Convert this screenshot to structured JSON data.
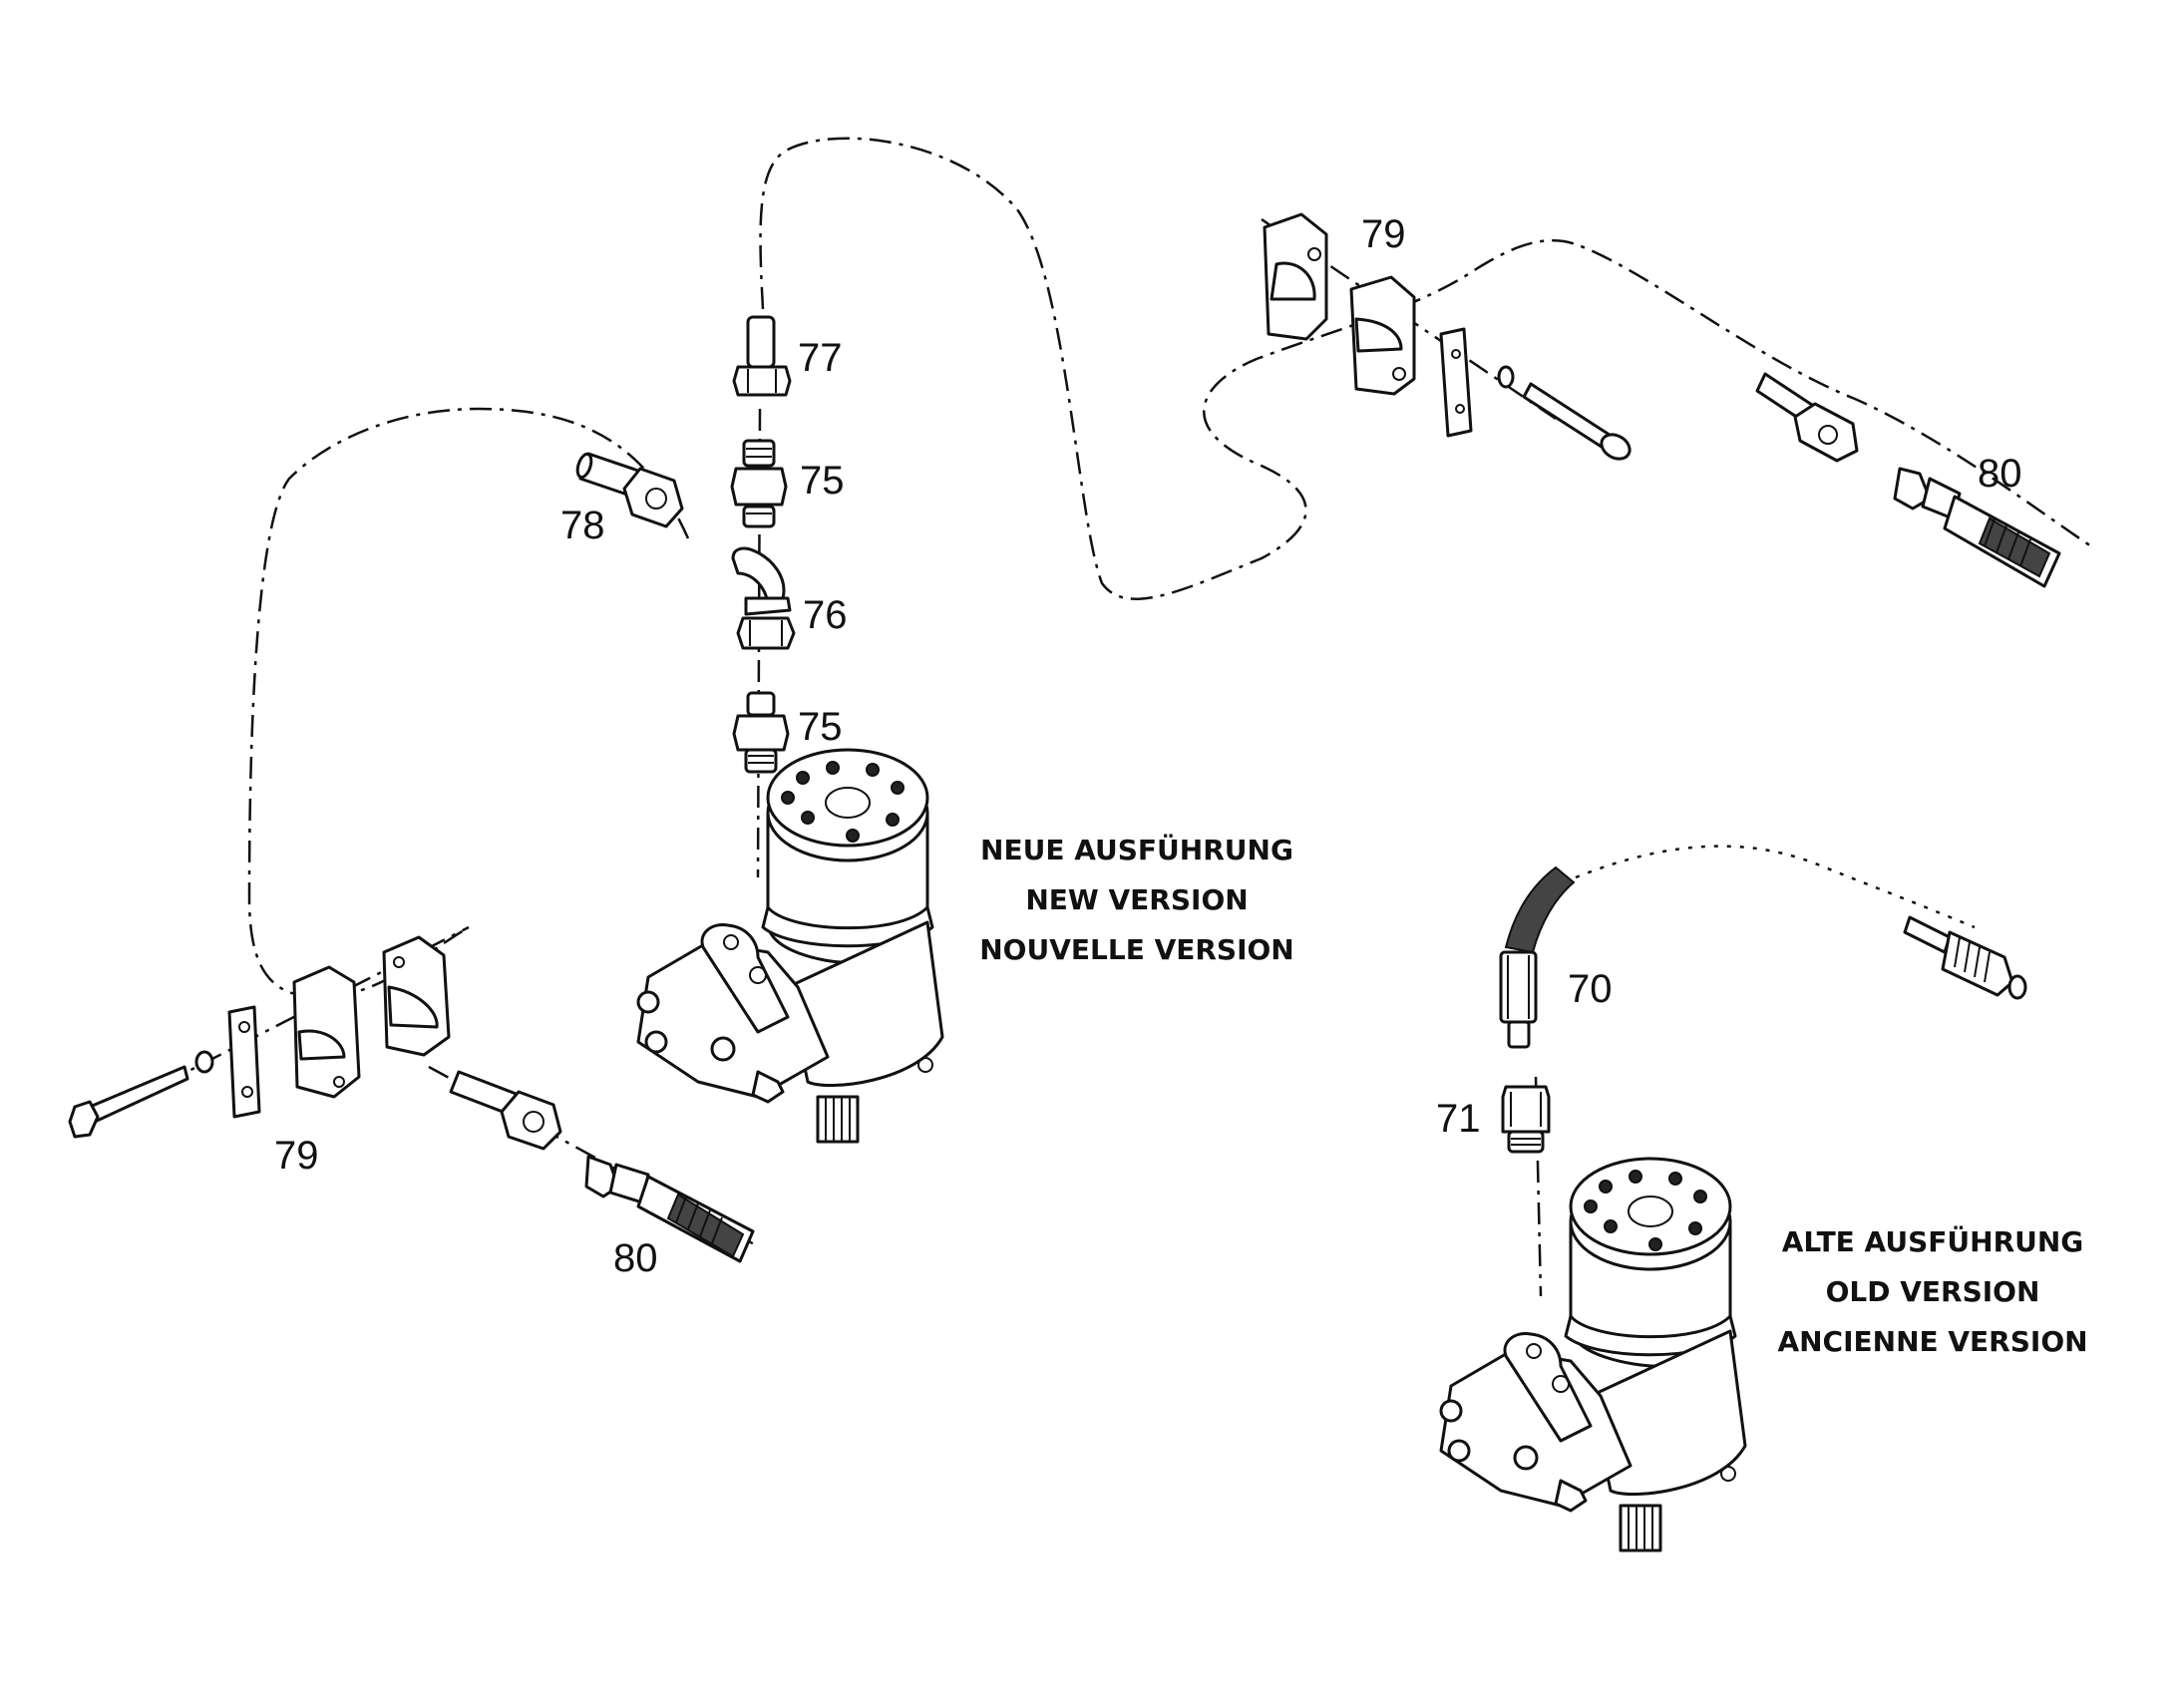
{
  "labels": {
    "p77": "77",
    "p75_top": "75",
    "p78": "78",
    "p76": "76",
    "p75_bottom": "75",
    "p79_top": "79",
    "p80_top": "80",
    "p79_left": "79",
    "p80_left": "80",
    "p70": "70",
    "p71": "71"
  },
  "captions": {
    "new": [
      "NEUE AUSFÜHRUNG",
      "NEW VERSION",
      "NOUVELLE VERSION"
    ],
    "old": [
      "ALTE AUSFÜHRUNG",
      "OLD VERSION",
      "ANCIENNE VERSION"
    ]
  }
}
